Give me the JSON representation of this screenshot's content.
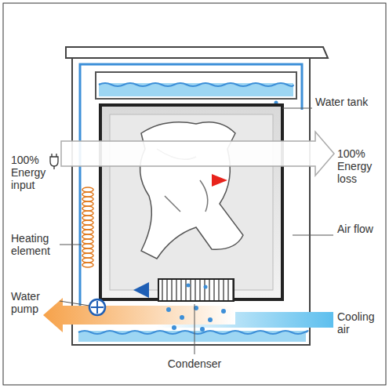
{
  "diagram": {
    "labels": [
      "Water tank",
      "100% Energy input",
      "100% Energy loss",
      "Heating element",
      "Air flow",
      "Water pump",
      "Cooling air",
      "Condenser"
    ]
  }
}
